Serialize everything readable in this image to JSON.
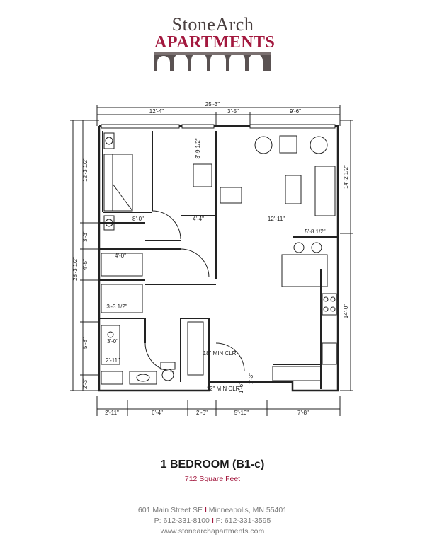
{
  "logo": {
    "line1": "StoneArch",
    "line2": "APARTMENTS"
  },
  "plan": {
    "overall_width": "25'-3\"",
    "top_dims": [
      "12'-4\"",
      "3'-5\"",
      "9'-6\""
    ],
    "left_overall": "28'-3 1/2\"",
    "left_dims": [
      "12'-3 1/2\"",
      "3'-3\"",
      "4'-5\"",
      "5'-8\"",
      "2'-3\""
    ],
    "right_dims": [
      "14'-2 1/2\"",
      "14'-0\""
    ],
    "bottom_dims": [
      "2'-11\"",
      "6'-4\"",
      "2'-6\"",
      "5'-10\"",
      "7'-8\""
    ],
    "interior": {
      "closet_depth": "3'-9 1/2\"",
      "bedroom_door": "8'-0\"",
      "hall_1": "4'-4\"",
      "living_width": "12'-11\"",
      "kitchen_width": "5'-8 1/2\"",
      "closet_width": "4'-0\"",
      "bath_width": "3'-3 1/2\"",
      "tub": "3'-0\"",
      "tub_2": "2'-11\"",
      "clearance_1": "18\" MIN CLR",
      "clearance_2": "12\" MIN CLR",
      "small_dim_1": "1'-6\"",
      "small_dim_2": "1'-3\""
    }
  },
  "unit": {
    "title": "1 BEDROOM (B1-c)",
    "sqft": "712 Square Feet"
  },
  "contact": {
    "address": "601 Main Street SE",
    "city": "Minneapolis, MN 55401",
    "phone": "P: 612-331-8100",
    "fax": "F: 612-331-3595",
    "website": "www.stonearchapartments.com",
    "separator": "I"
  },
  "colors": {
    "brand": "#a3183e",
    "ink": "#1a1a1a"
  }
}
